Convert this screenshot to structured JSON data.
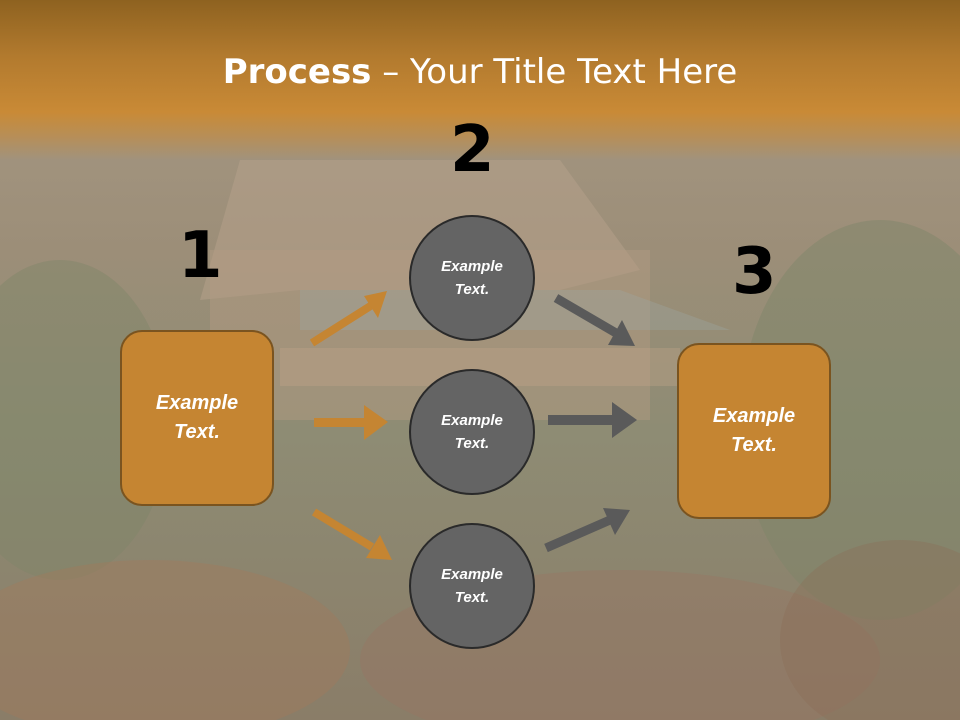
{
  "title": {
    "bold": "Process",
    "rest": " – Your Title Text Here"
  },
  "steps": {
    "one": "1",
    "two": "2",
    "three": "3"
  },
  "left_box": {
    "text": "Example\nText."
  },
  "right_box": {
    "text": "Example\nText."
  },
  "circles": [
    {
      "text": "Example\nText."
    },
    {
      "text": "Example\nText."
    },
    {
      "text": "Example\nText."
    }
  ],
  "colors": {
    "accent": "#c58532",
    "circle": "#646464",
    "arrow_orange": "#c58532",
    "arrow_gray": "#5a5a5a"
  }
}
